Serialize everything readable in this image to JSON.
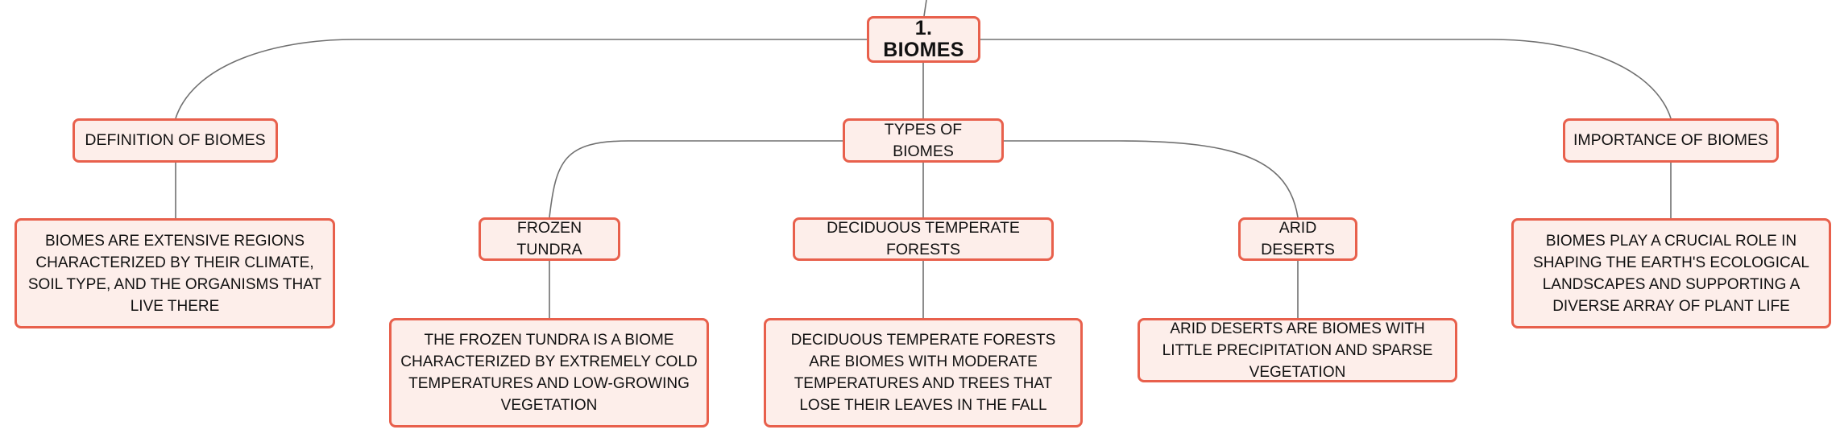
{
  "diagram": {
    "root": {
      "label": "1. BIOMES"
    },
    "branches": [
      {
        "label": "DEFINITION OF BIOMES",
        "detail": "BIOMES ARE EXTENSIVE REGIONS CHARACTERIZED BY THEIR CLIMATE, SOIL TYPE, AND THE ORGANISMS THAT LIVE THERE"
      },
      {
        "label": "TYPES OF BIOMES",
        "children": [
          {
            "label": "FROZEN TUNDRA",
            "detail": "THE FROZEN TUNDRA IS A BIOME CHARACTERIZED BY EXTREMELY COLD TEMPERATURES AND LOW-GROWING VEGETATION"
          },
          {
            "label": "DECIDUOUS TEMPERATE FORESTS",
            "detail": "DECIDUOUS TEMPERATE FORESTS ARE BIOMES WITH MODERATE TEMPERATURES AND TREES THAT LOSE THEIR LEAVES IN THE FALL"
          },
          {
            "label": "ARID DESERTS",
            "detail": "ARID DESERTS ARE BIOMES WITH LITTLE PRECIPITATION AND SPARSE VEGETATION"
          }
        ]
      },
      {
        "label": "IMPORTANCE OF BIOMES",
        "detail": "BIOMES PLAY A CRUCIAL ROLE IN SHAPING THE EARTH'S ECOLOGICAL LANDSCAPES AND SUPPORTING A DIVERSE ARRAY OF PLANT LIFE"
      }
    ]
  },
  "colors": {
    "node_border": "#e8604c",
    "node_fill": "#fdeeea",
    "connector": "#707070",
    "text": "#111111"
  }
}
